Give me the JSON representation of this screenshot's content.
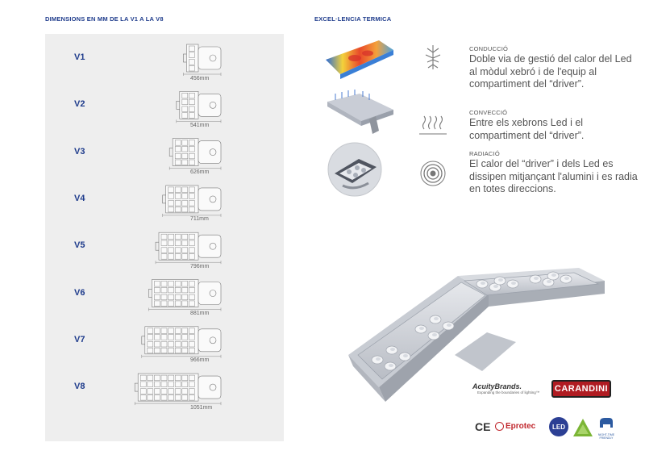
{
  "left": {
    "title": "DIMENSIONS EN MM DE LA V1 A LA V8",
    "variants": [
      {
        "label": "V1",
        "dim": "456mm",
        "columns": 1
      },
      {
        "label": "V2",
        "dim": "541mm",
        "columns": 2
      },
      {
        "label": "V3",
        "dim": "626mm",
        "columns": 3
      },
      {
        "label": "V4",
        "dim": "711mm",
        "columns": 4
      },
      {
        "label": "V5",
        "dim": "796mm",
        "columns": 5
      },
      {
        "label": "V6",
        "dim": "881mm",
        "columns": 6
      },
      {
        "label": "V7",
        "dim": "966mm",
        "columns": 7
      },
      {
        "label": "V8",
        "dim": "1051mm",
        "columns": 8
      }
    ]
  },
  "right": {
    "title": "EXCEL·LENCIA TERMICA",
    "blocks": [
      {
        "heading": "CONDUCCIÓ",
        "text": "Doble via de gestió del calor del Led al mòdul xebró i de l'equip al compartiment del “driver”.",
        "icon": "conduction-icon"
      },
      {
        "heading": "CONVECCIÓ",
        "text": "Entre els xebrons Led i el compartiment del “driver”.",
        "icon": "convection-icon"
      },
      {
        "heading": "RADIACIÓ",
        "text": "El calor del “driver” i dels Led es dissipen mitjançant l'alumini i es radia en totes direccions.",
        "icon": "radiation-icon"
      }
    ]
  },
  "brands": {
    "acuity_name": "AcuityBrands.",
    "acuity_tagline": "Expanding the boundaries of lighting™",
    "carandini": "CARANDINI",
    "ce": "CE",
    "eprotec": "Eprotec",
    "led": "LED",
    "night_friendly": "NIGHT-TIME FRIENDLY"
  },
  "colors": {
    "title_blue": "#1f3c8c",
    "panel_gray": "#eeeeee",
    "text_gray": "#555555",
    "carandini_red": "#b01c22"
  }
}
